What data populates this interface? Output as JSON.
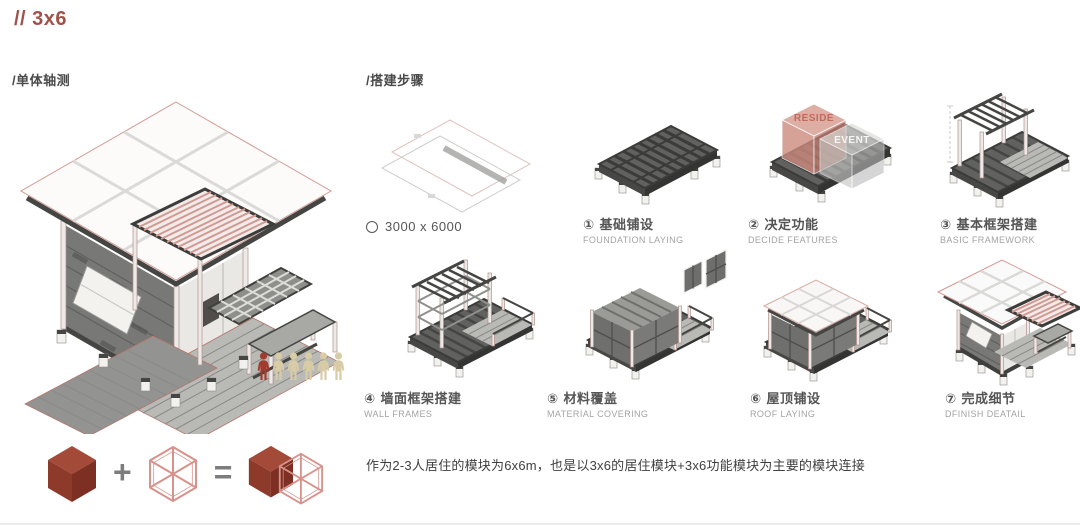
{
  "page": {
    "title": "// 3x6",
    "footer_note": "作为2-3人居住的模块为6x6m，也是以3x6的居住模块+3x6功能模块为主要的模块连接"
  },
  "axon": {
    "heading": "/单体轴测",
    "plus_sign": "+",
    "equals_sign": "="
  },
  "steps": {
    "heading": "/搭建步骤",
    "plan_size": "3000 x 6000",
    "reside_label": "RESIDE",
    "event_label": "EVENT",
    "items": [
      {
        "num": "①",
        "zh": "基础铺设",
        "en": "FOUNDATION LAYING"
      },
      {
        "num": "②",
        "zh": "决定功能",
        "en": "DECIDE FEATURES"
      },
      {
        "num": "③",
        "zh": "基本框架搭建",
        "en": "BASIC FRAMEWORK"
      },
      {
        "num": "④",
        "zh": "墙面框架搭建",
        "en": "WALL FRAMES"
      },
      {
        "num": "⑤",
        "zh": "材料覆盖",
        "en": "MATERIAL COVERING"
      },
      {
        "num": "⑥",
        "zh": "屋顶铺设",
        "en": "ROOF LAYING"
      },
      {
        "num": "⑦",
        "zh": "完成细节",
        "en": "DFINISH DEATAIL"
      }
    ]
  },
  "colors": {
    "accent": "#a0524a",
    "brick_light": "#a34a39",
    "brick_mid": "#8e3a2b",
    "brick_dark": "#7c2f22",
    "wire_pink": "#d7928b",
    "person_red": "#a23b2e",
    "person_beige": "#d8cca6",
    "reside_fill": "#d9a096",
    "reside_text": "#c4685c",
    "event_fill": "#c9c9c7"
  }
}
